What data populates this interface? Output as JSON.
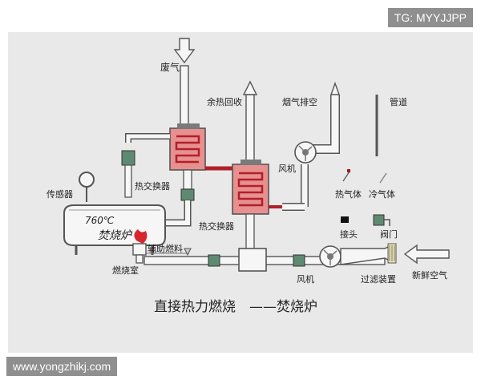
{
  "watermark_top": "TG: MYYJJPP",
  "watermark_bottom": "www.yongzhikj.com",
  "labels": {
    "exhaust_in": "废气",
    "heat_recovery": "余热回收",
    "flue_out": "烟气排空",
    "pipe": "管道",
    "sensor": "传感器",
    "heat_exchanger_1": "热交换器",
    "heat_exchanger_2": "热交换器",
    "fan_top": "风机",
    "hot_gas": "热气体",
    "cold_gas": "冷气体",
    "temperature": "760℃",
    "incinerator_label": "焚烧炉",
    "aux_fuel": "辅助燃料",
    "connector": "接头",
    "valve": "阀门",
    "combustion_chamber": "燃烧室",
    "fan_bottom": "风机",
    "filter": "过滤装置",
    "fresh_air": "新鲜空气",
    "caption": "直接热力燃烧　——焚烧炉"
  },
  "colors": {
    "background": "#e9e9e9",
    "exchanger_fill": "#e89090",
    "exchanger_coil": "#b0202a",
    "pipe_fill": "#f6f6f6",
    "pipe_stroke": "#555555",
    "valve_fill": "#5f8a72",
    "flame": "#d8262e",
    "marker": "#b0101a"
  }
}
